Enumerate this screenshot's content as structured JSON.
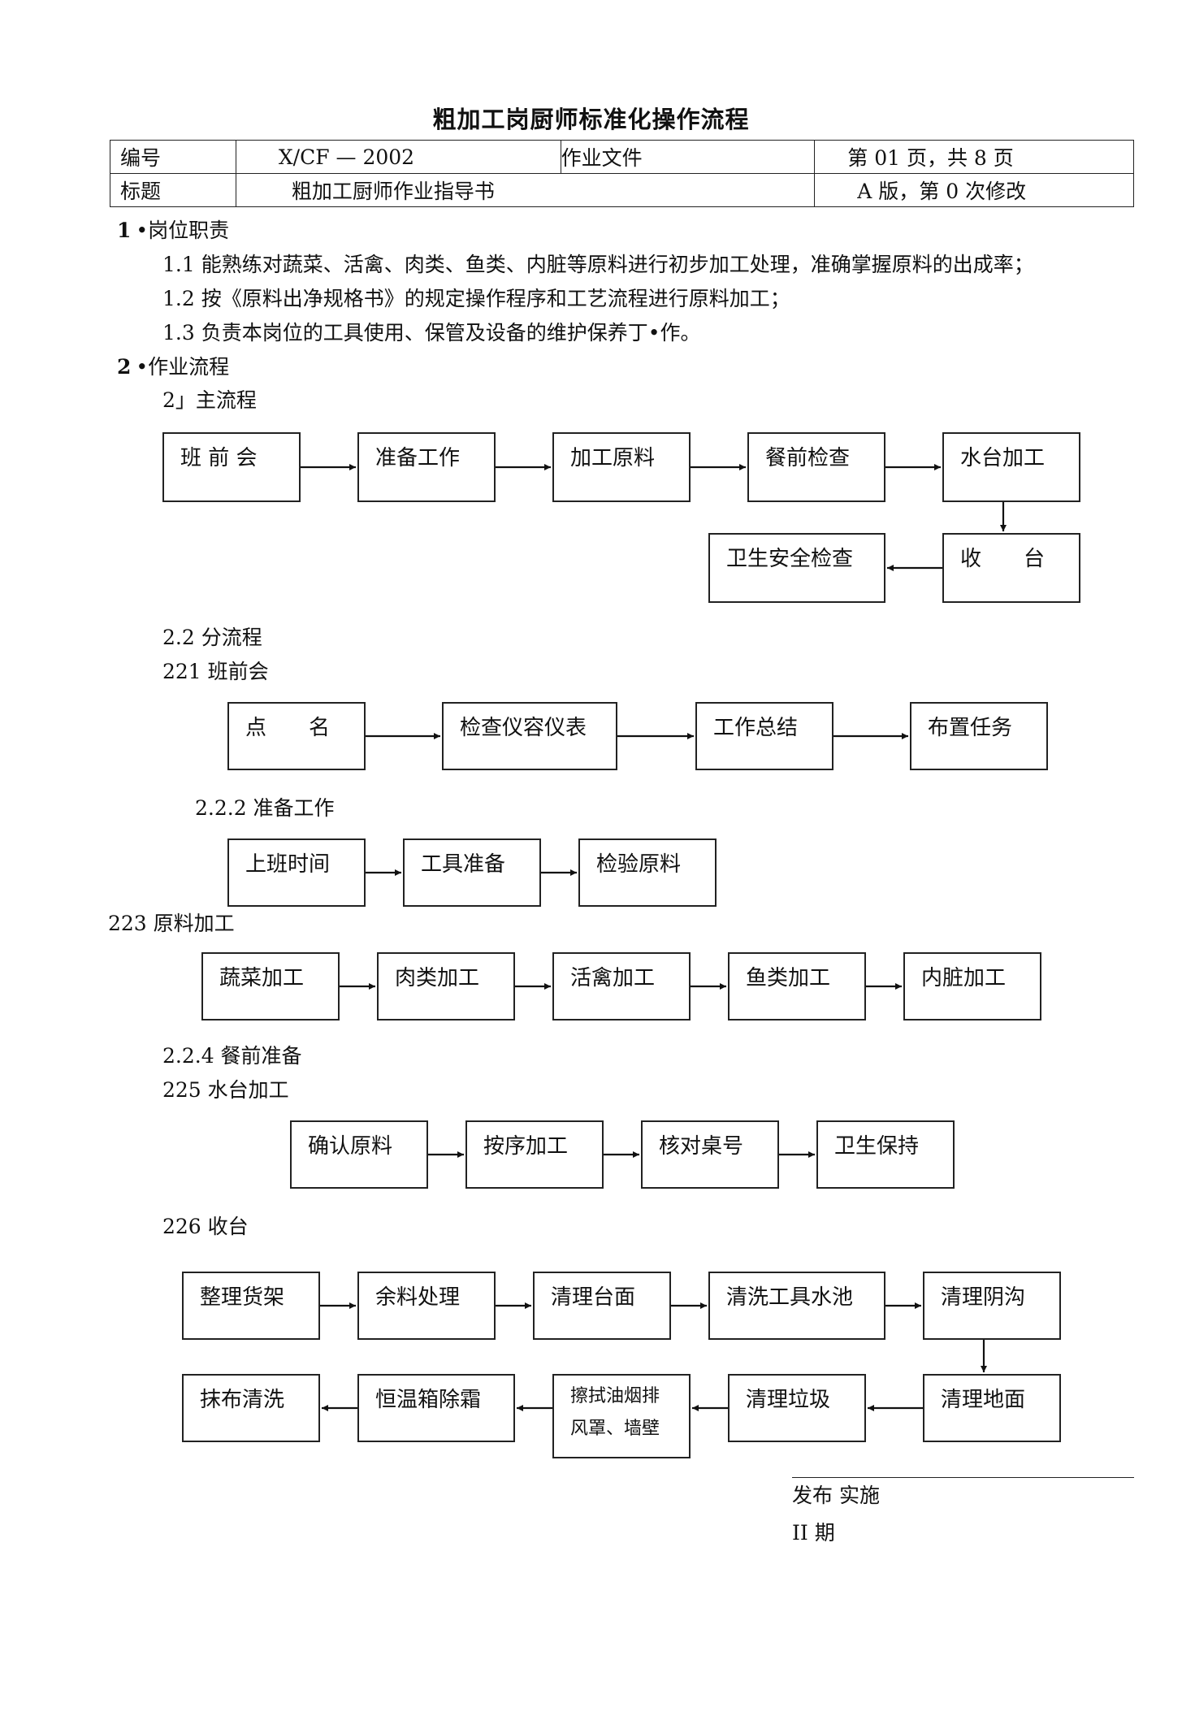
{
  "doc": {
    "title": "粗加工岗厨师标准化操作流程",
    "header": {
      "number_label": "编号",
      "number_value": "X/CF — 2002",
      "doc_type": "作业文件",
      "page_info": "第 01 页，共 8 页",
      "subject_label": "标题",
      "subject_value": "粗加工厨师作业指导书",
      "version": "A 版，第 0 次修改"
    }
  },
  "sections": {
    "s1": {
      "num": "1",
      "title": "•岗位职责"
    },
    "duties": [
      "1.1 能熟练对蔬菜、活禽、肉类、鱼类、内脏等原料进行初步加工处理，准确掌握原料的出成率；",
      "1.2 按《原料出净规格书》的规定操作程序和工艺流程进行原料加工；",
      "1.3 负责本岗位的工具使用、保管及设备的维护保养丁•作。"
    ],
    "s2": {
      "num": "2",
      "title": "•作业流程"
    },
    "s21": "2」主流程",
    "s22": "2.2 分流程",
    "s221": "221 班前会",
    "s222": "2.2.2 准备工作",
    "s223": "223 原料加工",
    "s224": "2.2.4 餐前准备",
    "s225": "225 水台加工",
    "s226": "226 收台"
  },
  "flows": {
    "main": [
      "班 前 会",
      "准备工作",
      "加工原料",
      "餐前检查",
      "水台加工",
      "收　　台",
      "卫生安全检查"
    ],
    "f221": [
      "点　　名",
      "检查仪容仪表",
      "工作总结",
      "布置任务"
    ],
    "f222": [
      "上班时间",
      "工具准备",
      "检验原料"
    ],
    "f223": [
      "蔬菜加工",
      "肉类加工",
      "活禽加工",
      "鱼类加工",
      "内脏加工"
    ],
    "f225": [
      "确认原料",
      "按序加工",
      "核对桌号",
      "卫生保持"
    ],
    "f226": [
      "整理货架",
      "余料处理",
      "清理台面",
      "清洗工具水池",
      "清理阴沟",
      "清理地面",
      "清理垃圾",
      "擦拭油烟排",
      "风罩、墙壁",
      "恒温箱除霜",
      "抹布清洗"
    ]
  },
  "footer": {
    "release": "发布 实施",
    "period": "II 期"
  }
}
